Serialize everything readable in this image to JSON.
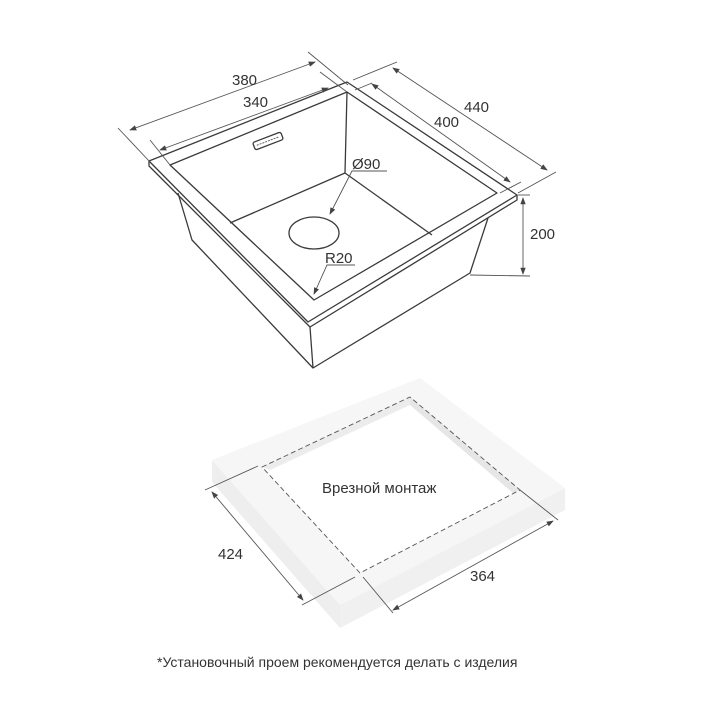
{
  "sink": {
    "dims": {
      "outer_width": "380",
      "inner_width": "340",
      "outer_length": "440",
      "inner_length": "400",
      "depth": "200",
      "drain_diameter": "Ø90",
      "corner_radius": "R20"
    }
  },
  "cutout": {
    "title": "Врезной монтаж",
    "length": "424",
    "width": "364"
  },
  "footnote": "*Установочный проем рекомендуется делать с изделия",
  "colors": {
    "line": "#3a3a3a",
    "countertop": "#f4f4f4"
  }
}
